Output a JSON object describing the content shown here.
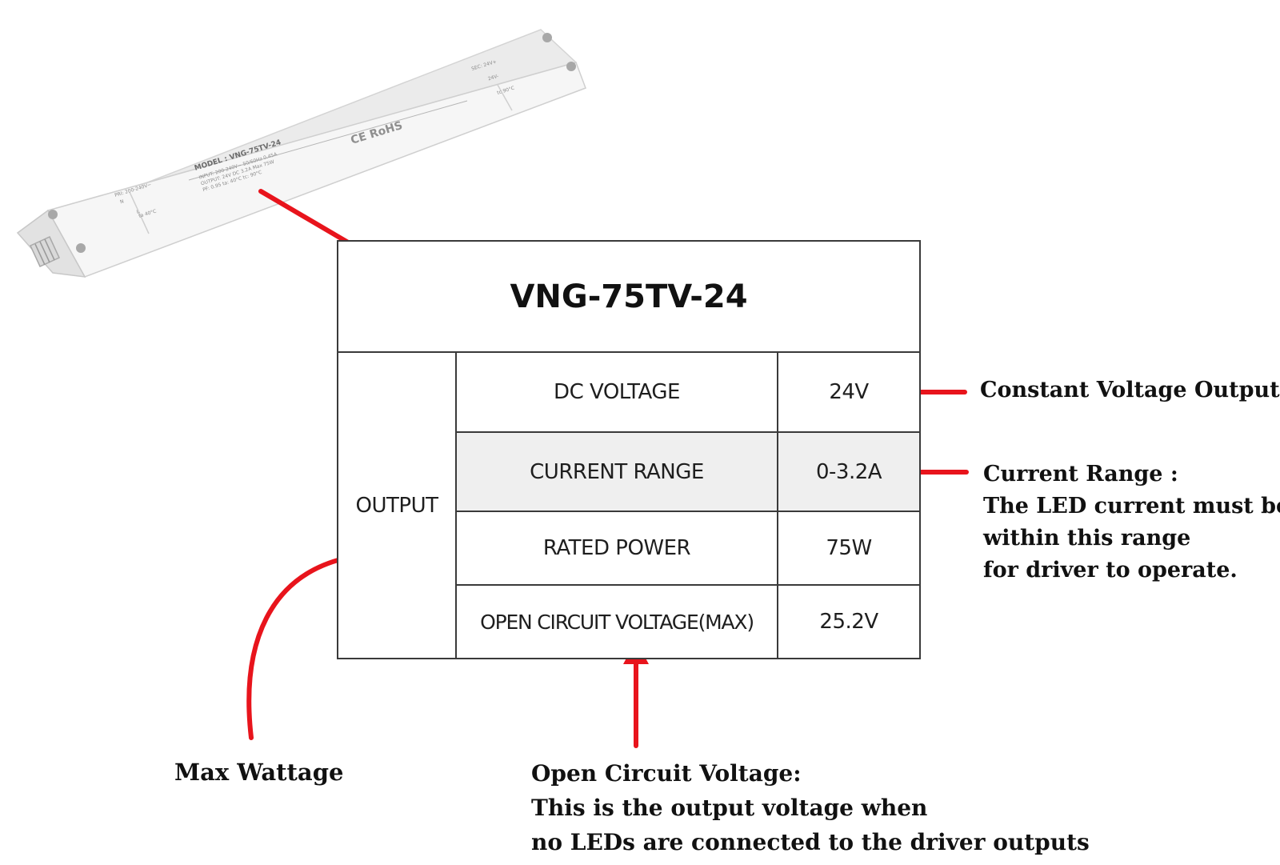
{
  "spec_table": {
    "model": "VNG-75TV-24",
    "group_label": "OUTPUT",
    "rows": [
      {
        "param": "DC VOLTAGE",
        "value": "24V"
      },
      {
        "param": "CURRENT  RANGE",
        "value": "0-3.2A"
      },
      {
        "param": "RATED POWER",
        "value": "75W"
      },
      {
        "param": "OPEN CIRCUIT VOLTAGE(MAX)",
        "value": "25.2V"
      }
    ]
  },
  "annotations": {
    "constant_voltage": "Constant Voltage Output",
    "current_range": {
      "title": "Current Range :",
      "lines": [
        "The LED current must be",
        "within this range",
        "for driver to operate."
      ]
    },
    "max_wattage": "Max Wattage",
    "open_circuit": {
      "title": "Open Circuit Voltage:",
      "lines": [
        "This is the output voltage when",
        "no LEDs are connected to the driver outputs"
      ]
    }
  },
  "colors": {
    "arrow": "#e8141c",
    "border": "#3a3a3a",
    "shaded_row": "#efefef",
    "device_body": "#f3f3f3"
  },
  "device_label": {
    "model": "MODEL : VNG-75TV-24",
    "cert_marks": "CE RoHS",
    "specs": [
      "INPUT: 200-240V~ 50/60Hz 0.45A",
      "OUTPUT: 24V DC 3.2A Max 75W",
      "PF: 0.95   ta: 40°C   tc: 90°C"
    ],
    "left_pins": [
      "PRI: 200-240V~",
      "N",
      "L"
    ],
    "right_pins": [
      "SEC: 24V+",
      "24V-"
    ],
    "terminal_marks": [
      "ta 40°C",
      "tc 90°C"
    ]
  }
}
